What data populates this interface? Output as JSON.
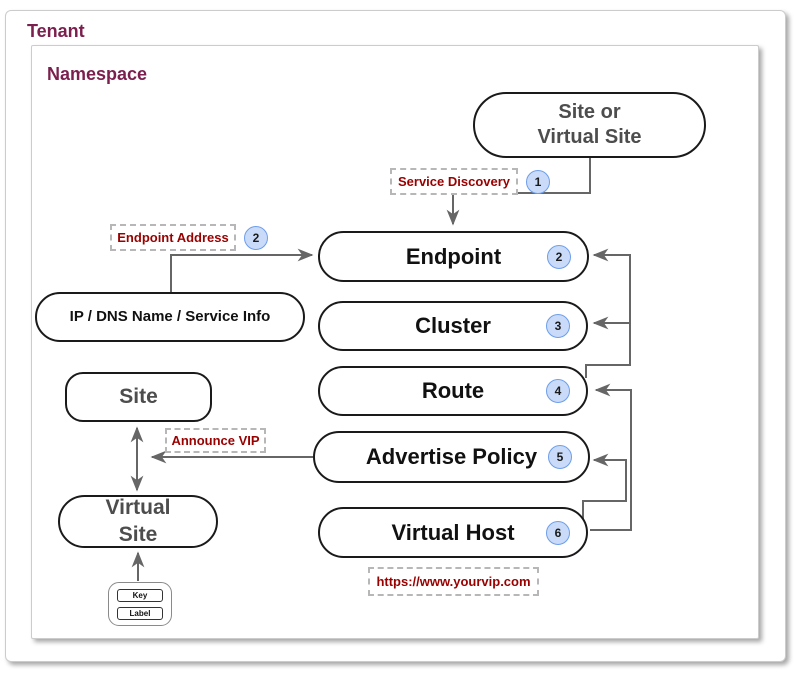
{
  "header": {
    "tenant_label": "Tenant",
    "namespace_label": "Namespace"
  },
  "nodes": {
    "site_or_virtual_site": {
      "label": "Site or\nVirtual Site"
    },
    "endpoint": {
      "label": "Endpoint",
      "badge": "2"
    },
    "ip_dns": {
      "label": "IP / DNS Name / Service Info"
    },
    "cluster": {
      "label": "Cluster",
      "badge": "3"
    },
    "route": {
      "label": "Route",
      "badge": "4"
    },
    "site": {
      "label": "Site"
    },
    "advertise_policy": {
      "label": "Advertise Policy",
      "badge": "5"
    },
    "virtual_site": {
      "label": "Virtual\nSite"
    },
    "virtual_host": {
      "label": "Virtual Host",
      "badge": "6"
    }
  },
  "labels": {
    "service_discovery": {
      "text": "Service Discovery",
      "badge": "1"
    },
    "endpoint_address": {
      "text": "Endpoint Address",
      "badge": "2"
    },
    "announce_vip": {
      "text": "Announce VIP"
    },
    "vip_url": {
      "text": "https://www.yourvip.com"
    }
  },
  "legend": {
    "key_label": "Key",
    "label_label": "Label"
  },
  "colors": {
    "accent": "#7b1f4e",
    "label_red": "#990000",
    "badge_fill": "#c9dbf8",
    "badge_border": "#6d9eeb",
    "wire": "#666666",
    "node_border": "#1a1a1a",
    "gray_text": "#4d4d4d"
  }
}
